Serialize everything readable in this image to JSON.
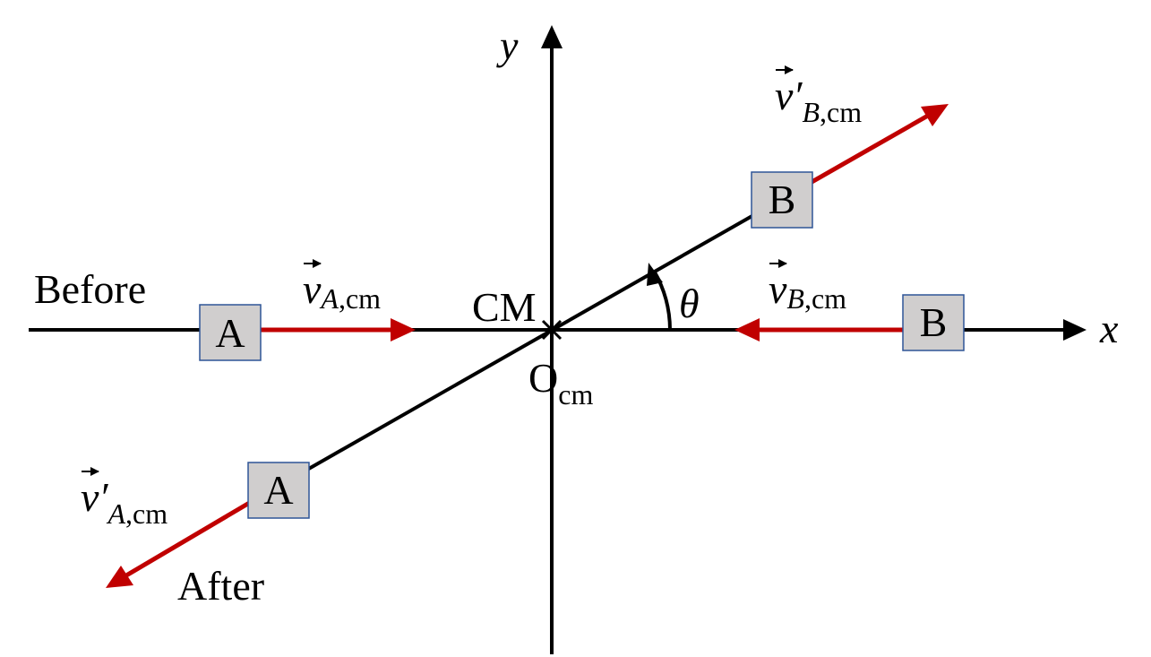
{
  "labels": {
    "before": "Before",
    "after": "After",
    "cm": "CM",
    "origin_main": "O",
    "origin_sub": "cm",
    "x_axis": "x",
    "y_axis": "y",
    "angle": "θ"
  },
  "particles": {
    "a_before": "A",
    "b_before": "B",
    "a_after": "A",
    "b_after": "B"
  },
  "velocities": {
    "va": {
      "sym": "v",
      "sub_italic": "A",
      "sub_rest": ",cm"
    },
    "vb": {
      "sym": "v",
      "sub_italic": "B",
      "sub_rest": ",cm"
    },
    "vpa": {
      "sym": "v",
      "prime": "′",
      "sub_italic": "A",
      "sub_rest": ",cm"
    },
    "vpb": {
      "sym": "v",
      "prime": "′",
      "sub_italic": "B",
      "sub_rest": ",cm"
    }
  },
  "colors": {
    "velocity": "#c00000",
    "axis": "#000000",
    "box_fill": "#d0cece",
    "box_stroke": "#2f5597"
  }
}
